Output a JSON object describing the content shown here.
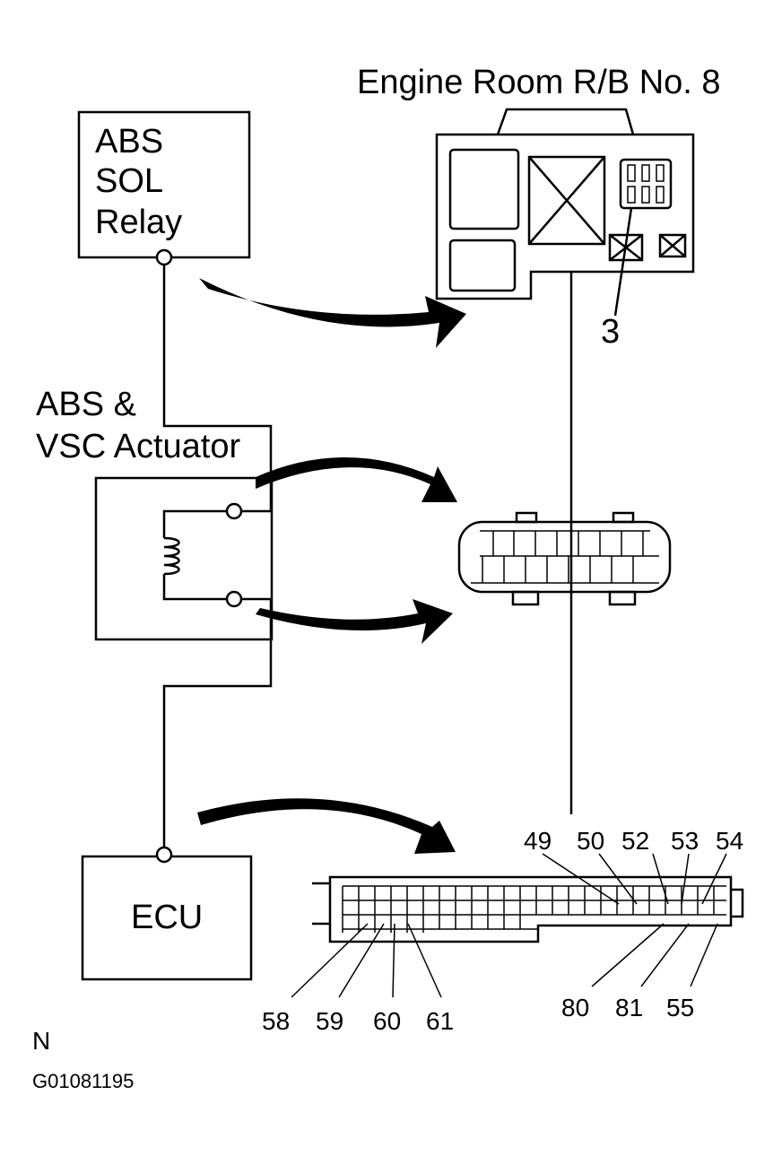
{
  "figure_code": "G01081195",
  "view_letter": "N",
  "components": {
    "relay": {
      "line1": "ABS",
      "line2": "SOL",
      "line3": "Relay"
    },
    "actuator": {
      "line1": "ABS &",
      "line2": "VSC Actuator"
    },
    "ecu": {
      "label": "ECU"
    },
    "relay_block": {
      "title": "Engine Room R/B No. 8",
      "terminal": "3"
    }
  },
  "ecu_pins_top": [
    "49",
    "50",
    "52",
    "53",
    "54"
  ],
  "ecu_pins_bottom_left": [
    "58",
    "59",
    "60",
    "61"
  ],
  "ecu_pins_bottom_right": [
    "80",
    "81",
    "55"
  ]
}
